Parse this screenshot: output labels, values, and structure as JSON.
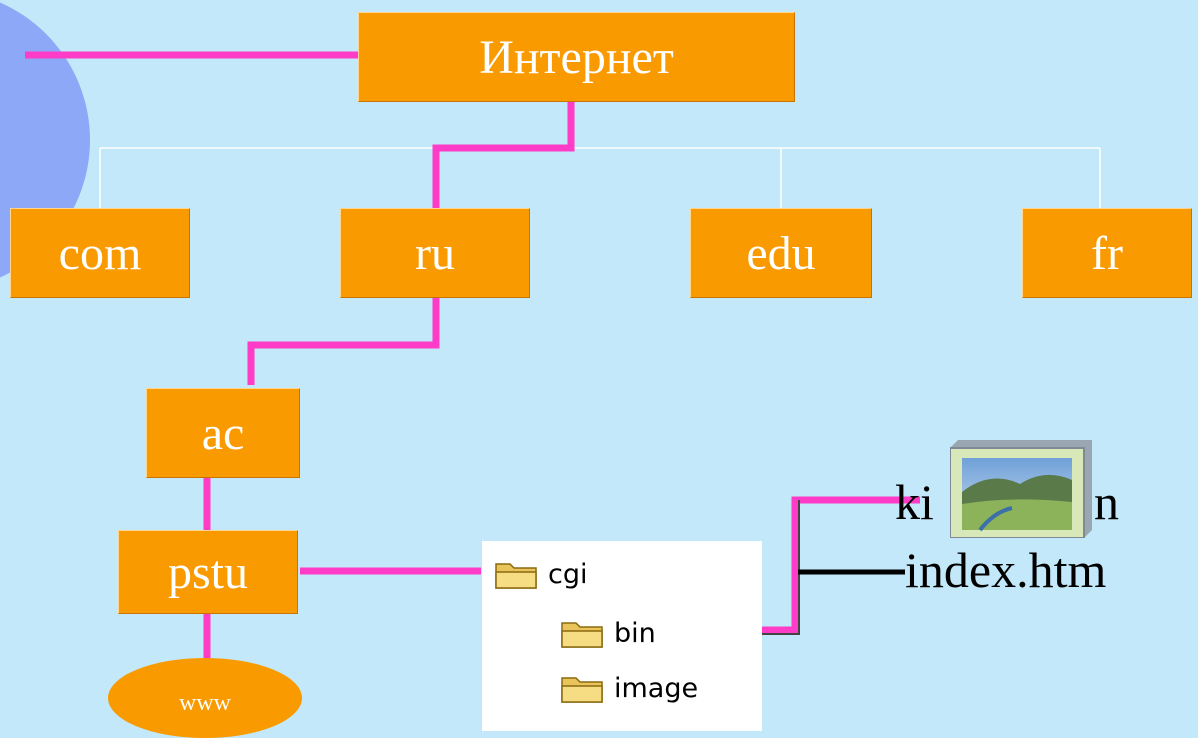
{
  "diagram": {
    "nodes": {
      "internet": "Интернет",
      "com": "com",
      "ru": "ru",
      "edu": "edu",
      "fr": "fr",
      "ac": "ac",
      "pstu": "pstu",
      "www": "www"
    },
    "folders": {
      "cgi": "cgi",
      "bin": "bin",
      "image": "image"
    },
    "files": {
      "kino_prefix": "ki",
      "kino_suffix": "n",
      "index": "index.htm"
    },
    "icons": {
      "folder": "folder-icon",
      "thumbnail": "landscape-thumbnail-icon"
    },
    "colors": {
      "background": "#c2e8f9",
      "box_fill": "#f89a00",
      "path_line": "#ff3cc8",
      "tree_line": "#ffffff",
      "accent_circle": "#8ea8f8"
    }
  }
}
